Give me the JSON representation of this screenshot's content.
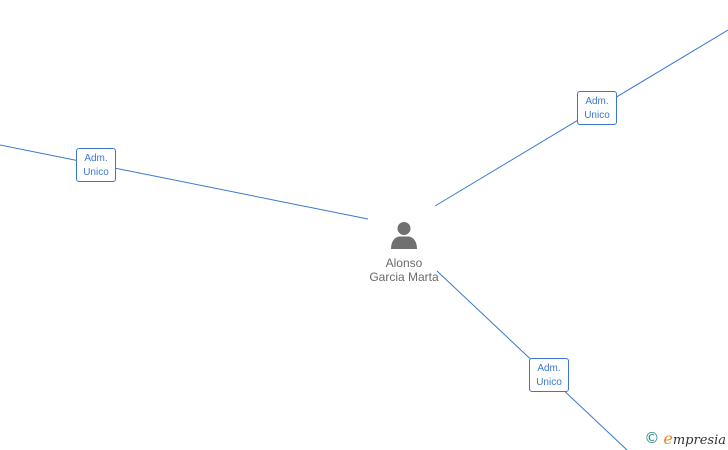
{
  "person": {
    "name_line1": "Alonso",
    "name_line2": "Garcia Marta",
    "icon": "person-icon"
  },
  "relations": [
    {
      "role_line1": "Adm.",
      "role_line2": "Unico"
    },
    {
      "role_line1": "Adm.",
      "role_line2": "Unico"
    },
    {
      "role_line1": "Adm.",
      "role_line2": "Unico"
    }
  ],
  "brand": {
    "symbol": "©",
    "first_letter": "e",
    "rest": "mpresia"
  },
  "colors": {
    "edge": "#3a78d0",
    "node_text": "#6b6b6b",
    "brand_accent": "#e58a1f",
    "copyright": "#1f8a86"
  }
}
